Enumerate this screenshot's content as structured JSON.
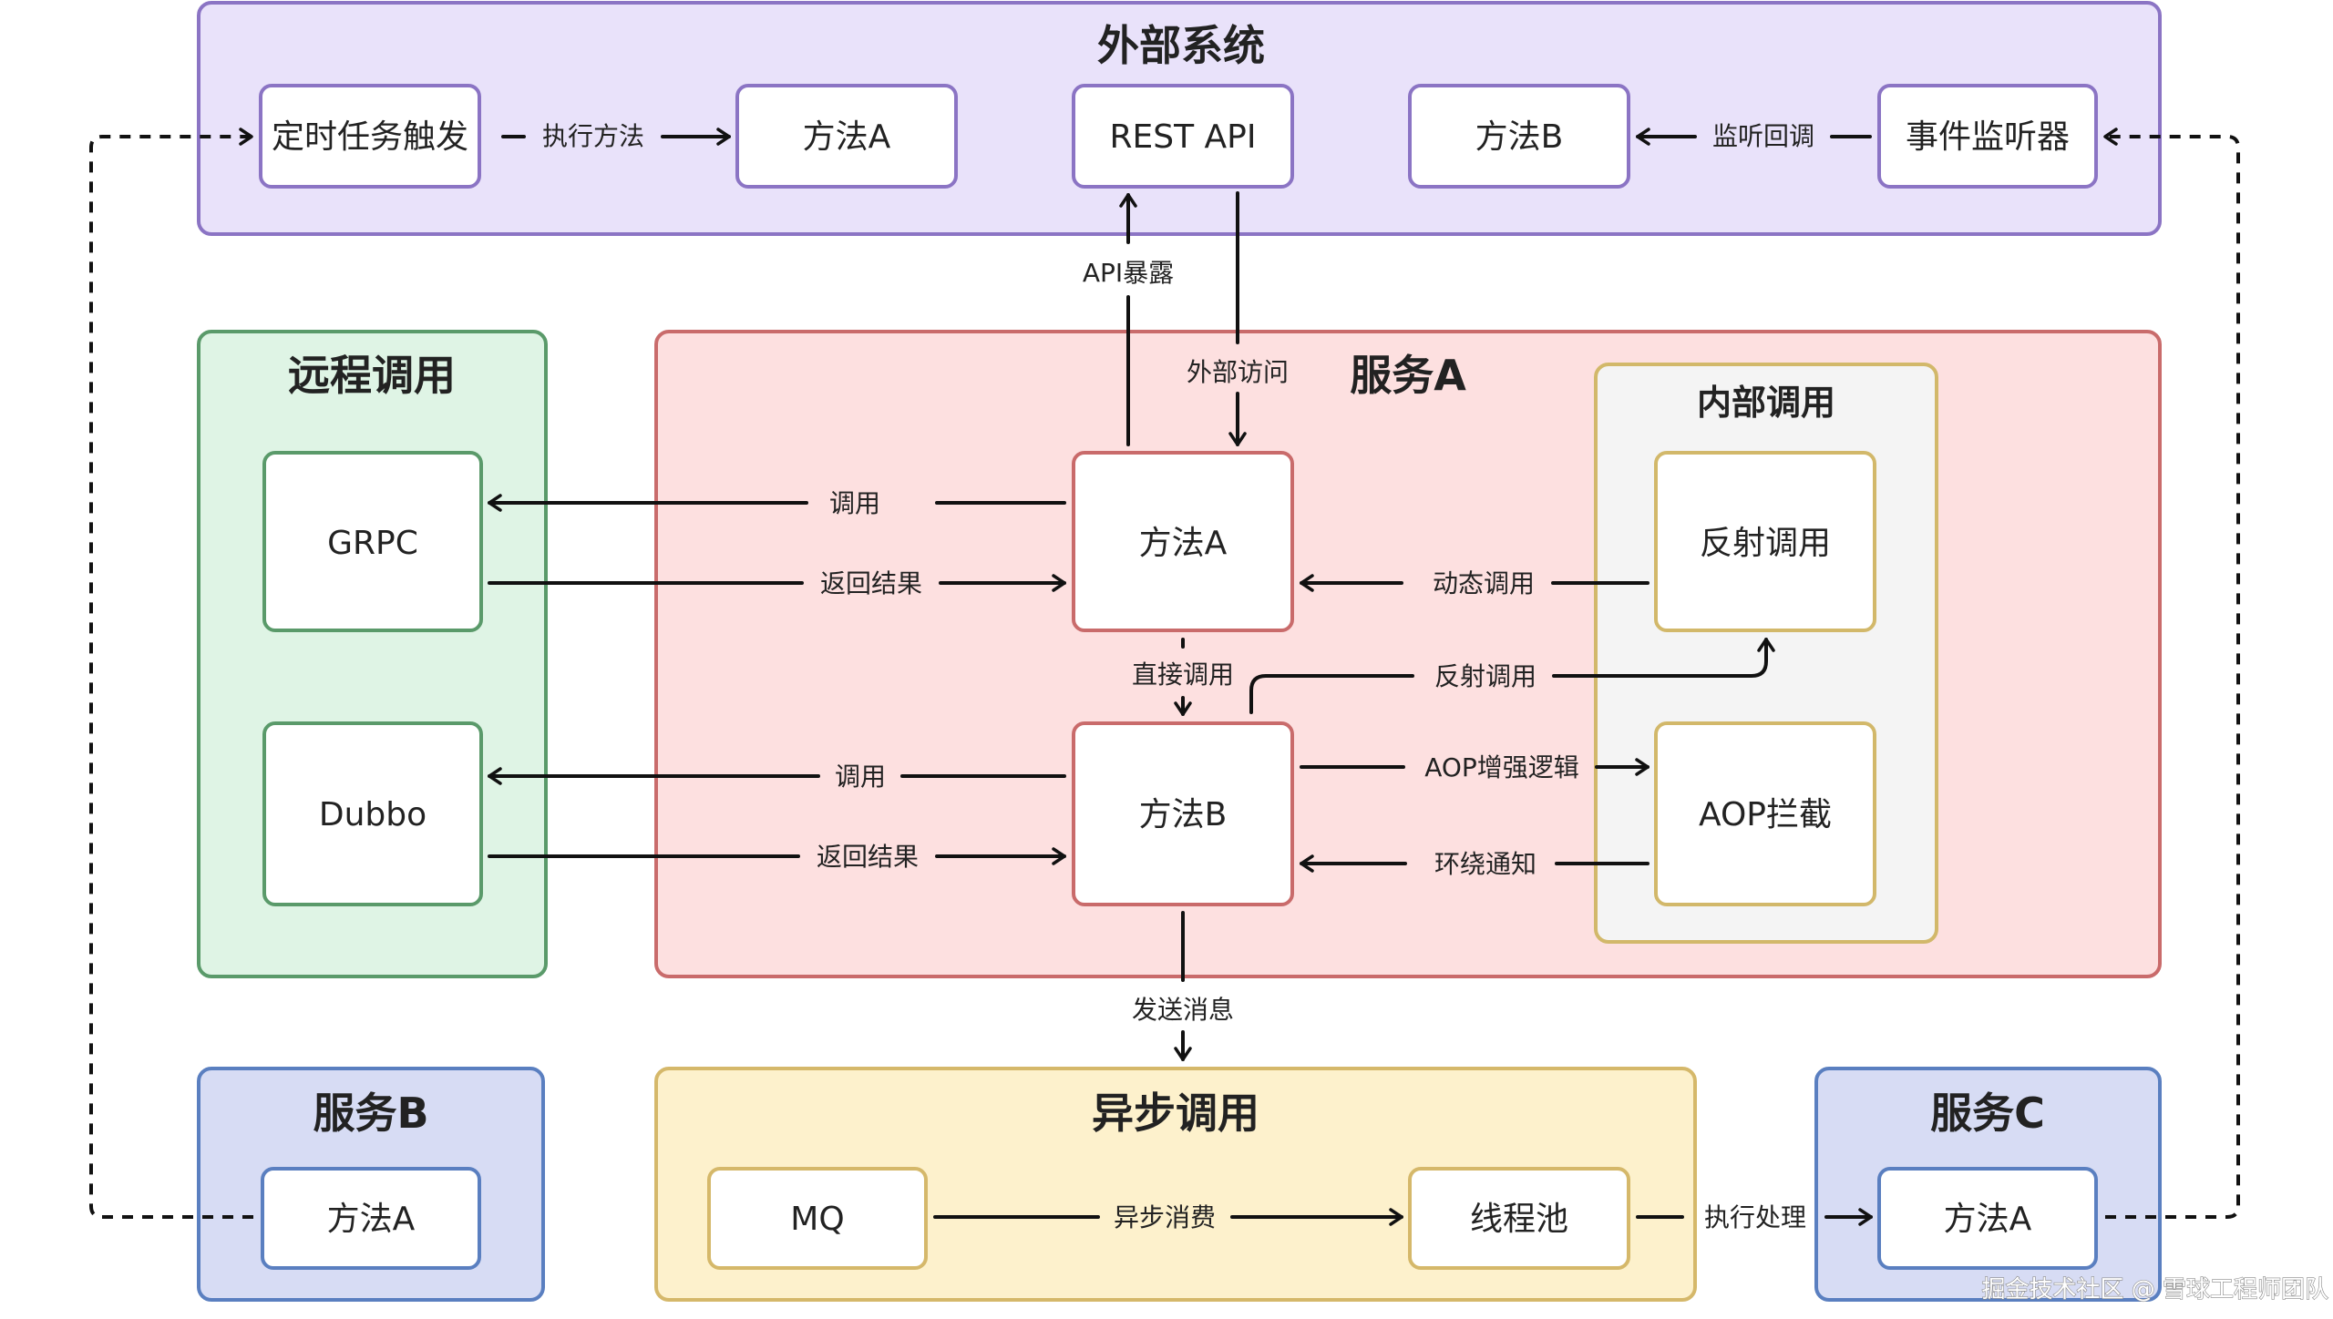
{
  "diagram": {
    "groups": {
      "external": {
        "title": "外部系统",
        "fill": "#e9e2fa",
        "stroke": "#8b74c4"
      },
      "remote": {
        "title": "远程调用",
        "fill": "#dff4e5",
        "stroke": "#5a9a6a"
      },
      "serviceA": {
        "title": "服务A",
        "fill": "#fde0e0",
        "stroke": "#c96b6b"
      },
      "internal": {
        "title": "内部调用",
        "fill": "#f4f4f4",
        "stroke": "#d2b86a"
      },
      "serviceB": {
        "title": "服务B",
        "fill": "#d7dcf4",
        "stroke": "#5a7fc0"
      },
      "async": {
        "title": "异步调用",
        "fill": "#fdf1cc",
        "stroke": "#d5b86a"
      },
      "serviceC": {
        "title": "服务C",
        "fill": "#d7dcf4",
        "stroke": "#5a7fc0"
      }
    },
    "nodes": {
      "scheduled_trigger": "定时任务触发",
      "ext_method_a": "方法A",
      "rest_api": "REST API",
      "ext_method_b": "方法B",
      "event_listener": "事件监听器",
      "grpc": "GRPC",
      "dubbo": "Dubbo",
      "svc_a_method_a": "方法A",
      "svc_a_method_b": "方法B",
      "reflection_call": "反射调用",
      "aop_intercept": "AOP拦截",
      "svc_b_method_a": "方法A",
      "mq": "MQ",
      "thread_pool": "线程池",
      "svc_c_method_a": "方法A"
    },
    "edges": {
      "execute_method": "执行方法",
      "listen_callback": "监听回调",
      "api_expose": "API暴露",
      "external_access": "外部访问",
      "grpc_call": "调用",
      "grpc_return": "返回结果",
      "dubbo_call": "调用",
      "dubbo_return": "返回结果",
      "dynamic_call": "动态调用",
      "direct_call": "直接调用",
      "reflect_call": "反射调用",
      "aop_enhance": "AOP增强逻辑",
      "around_advice": "环绕通知",
      "send_message": "发送消息",
      "async_consume": "异步消费",
      "execute_process": "执行处理"
    },
    "colors": {
      "edge": "#111111",
      "node_fill": "#ffffff"
    }
  },
  "watermark": "掘金技术社区 @ 雪球工程师团队"
}
